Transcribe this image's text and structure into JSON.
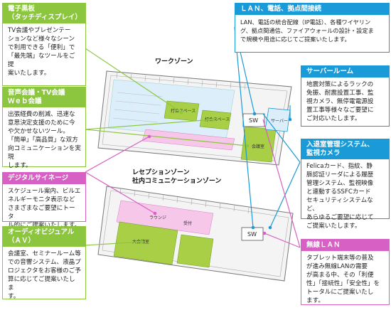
{
  "zones": {
    "work": "ワークゾーン",
    "reception_line1": "レセプションゾーン",
    "reception_line2": "社内コミュニケーションゾーン"
  },
  "floor_labels": {
    "sw": "SW",
    "server_room": "サーバー",
    "meeting_upper": "会議室",
    "teams_a": "打合スペース",
    "teams_b": "打合スペース",
    "lounge": "ラウンジ",
    "reception": "受付",
    "large_meeting": "大会議室"
  },
  "boxes": {
    "electronic_whiteboard": {
      "title_line1": "電子黒板",
      "title_line2": "（タッチディスプレイ）",
      "body": [
        "TV会議やプレゼンテー",
        "ションなど様々なシーン",
        "で利用できる「便利」で",
        "「最先端」なツールをご提",
        "案いたします。"
      ]
    },
    "audio_tv_web": {
      "title_line1": "音声会議・TV会議",
      "title_line2": "Ｗｅｂ会議",
      "body": [
        "出張経費の削減、迅速な",
        "意思決定支援のために今",
        "や欠かせないツール。",
        "「簡単」「高品質」な双方",
        "向コミュニケーションを実現",
        "します。"
      ]
    },
    "digital_signage": {
      "title": "デジタルサイネージ",
      "body": [
        "スケジュール案内、ビルエ",
        "ネルギーモニタ表示など",
        "さまざまなご要望にトータ",
        "ル的にご提案いたします。"
      ]
    },
    "audio_visual": {
      "title_line1": "オーディオビジュアル",
      "title_line2": "（ＡＶ）",
      "body": [
        "会議室、セミナールーム等",
        "での音響システム、液晶プ",
        "ロジェクタをお客様のご予",
        "算に応じてご提案いたしま",
        "す。"
      ]
    },
    "lan_phone": {
      "title": "ＬＡＮ、電話、拠点間接続",
      "body": [
        "LAN、電話の統合配線（IP電話）、各種ワイヤリン",
        "グ、拠点間通信、ファイアウォールの設計・設定ま",
        "で規模や用途に応じてご提案いたします。"
      ]
    },
    "server_room": {
      "title": "サーバールーム",
      "body": [
        "地震対策によるラックの",
        "免振、耐震設置工事、監",
        "視カメラ、無停電電源設",
        "置工事等様々なご要望に",
        "ご対応いたします。"
      ]
    },
    "access_control": {
      "title_line1": "入退室管理システム、",
      "title_line2": "監視カメラ",
      "body": [
        "Felicaカード、指紋、静",
        "脈認証リーダによる履歴",
        "管理システム、監視映像",
        "と連動するSSFCカード",
        "セキュリティシステムなど、",
        "あらゆるご要望に応じて",
        "ご提案いたします。"
      ]
    },
    "wireless_lan": {
      "title": "無線ＬＡＮ",
      "body": [
        "タブレット端末等の普及",
        "が進み無線LANの需要",
        "が高まる中、その「利便",
        "性」「接続性」「安全性」を",
        "トータルにご提案いたし",
        "ます。"
      ]
    }
  },
  "colors": {
    "green": "#8cc63f",
    "blue": "#1a9ad6",
    "pink": "#d660c3",
    "floor_blue": "#dbeefa",
    "floor_green": "#a8cf45",
    "floor_pink": "#f7c7ea"
  }
}
